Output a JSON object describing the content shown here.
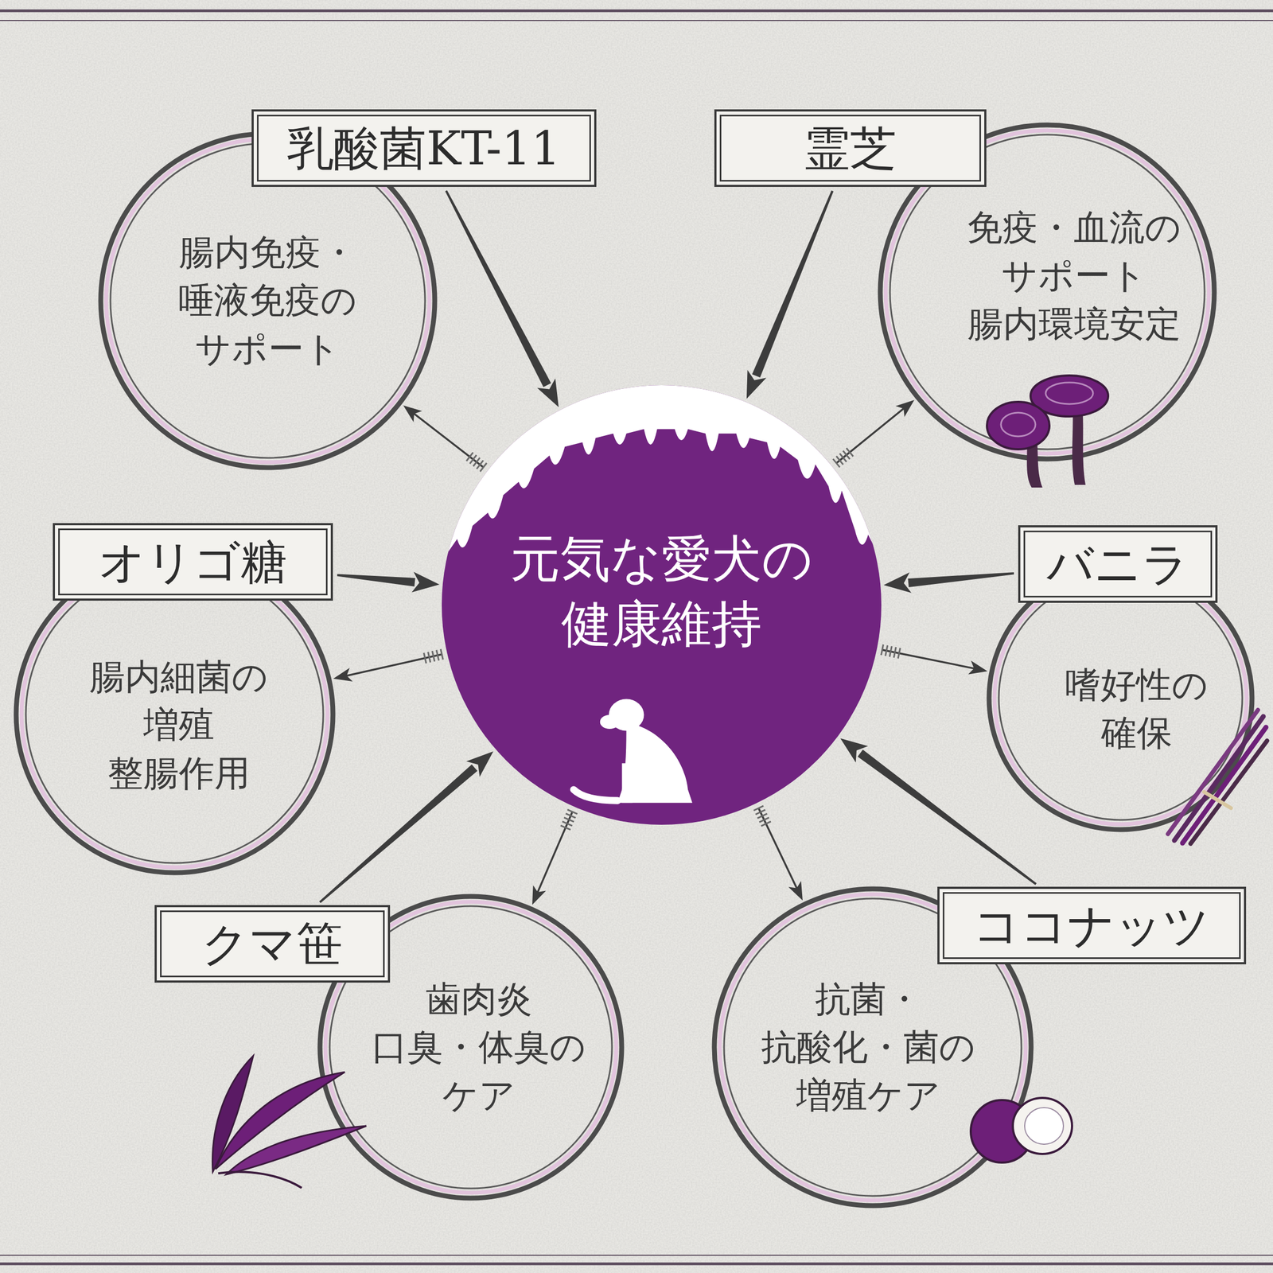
{
  "diagram": {
    "nodes": [
      {
        "text": [
          "乳酸菌KT-11",
          "腸内免疫・ 唾液免疫の サポート"
        ]
      },
      {
        "text": [
          "霊芝",
          "免疫・血流の サポート 腸内環境安定"
        ]
      },
      {
        "text": [
          "オリゴ糖",
          "腸内細菌の 増殖 整腸作用"
        ]
      },
      {
        "text": [
          "元気な愛犬の 健康維持"
        ]
      },
      {
        "text": [
          "バニラ",
          "嗜好性の 確保"
        ]
      },
      {
        "text": [
          "クマ笹",
          "歯肉炎 口臭・体臭の ケア"
        ]
      },
      {
        "text": [
          "ココナッツ",
          "抗菌・ 抗酸化・菌の 増殖ケア"
        ]
      }
    ],
    "edges": [
      {
        "from": 0,
        "to": 3,
        "arrow": "to"
      },
      {
        "from": 3,
        "to": 0,
        "arrow": "to"
      },
      {
        "from": 1,
        "to": 3,
        "arrow": "to"
      },
      {
        "from": 3,
        "to": 1,
        "arrow": "to"
      },
      {
        "from": 2,
        "to": 3,
        "arrow": "to"
      },
      {
        "from": 3,
        "to": 2,
        "arrow": "to"
      },
      {
        "from": 4,
        "to": 3,
        "arrow": "to"
      },
      {
        "from": 3,
        "to": 4,
        "arrow": "to"
      },
      {
        "from": 5,
        "to": 3,
        "arrow": "to"
      },
      {
        "from": 3,
        "to": 5,
        "arrow": "to"
      },
      {
        "from": 6,
        "to": 3,
        "arrow": "to"
      },
      {
        "from": 3,
        "to": 6,
        "arrow": "to"
      }
    ]
  }
}
